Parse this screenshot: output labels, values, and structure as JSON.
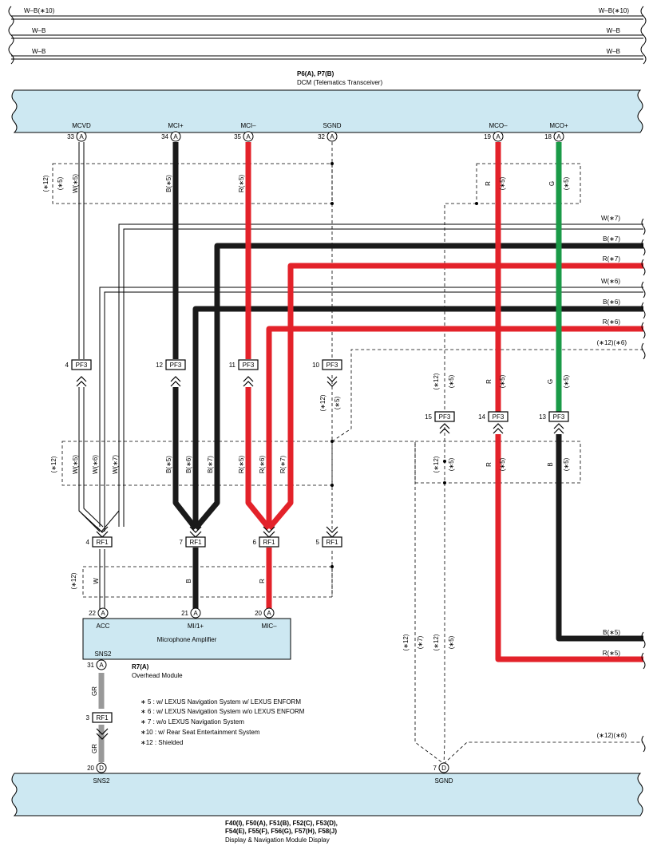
{
  "top_bus": {
    "line1_left": "W–B(∗10)",
    "line1_right": "W–B(∗10)",
    "line2_left": "W–B",
    "line2_right": "W–B",
    "line3_left": "W–B",
    "line3_right": "W–B"
  },
  "dcm": {
    "code": "P6(A), P7(B)",
    "name": "DCM (Telematics Transceiver)",
    "pins": [
      {
        "name": "MCVD",
        "num": "33",
        "conn": "A"
      },
      {
        "name": "MCI+",
        "num": "34",
        "conn": "A"
      },
      {
        "name": "MCI–",
        "num": "35",
        "conn": "A"
      },
      {
        "name": "SGND",
        "num": "32",
        "conn": "A"
      },
      {
        "name": "MCO–",
        "num": "19",
        "conn": "A"
      },
      {
        "name": "MCO+",
        "num": "18",
        "conn": "A"
      }
    ]
  },
  "wire_labels": {
    "w5": "W(∗5)",
    "b5": "B(∗5)",
    "r5": "R(∗5)",
    "w6": "W(∗6)",
    "b6": "B(∗6)",
    "r6": "R(∗6)",
    "w7": "W(∗7)",
    "b7": "B(∗7)",
    "r7": "R(∗7)",
    "r": "R",
    "g": "G",
    "b": "B",
    "w": "W",
    "gr": "GR",
    "s12": "(∗12)",
    "s5": "(∗5)",
    "s7": "(∗7)",
    "s12_6": "(∗12)(∗6)",
    "out_b5": "B(∗5)",
    "out_r5": "R(∗5)"
  },
  "right_feeds": [
    "W(∗7)",
    "B(∗7)",
    "R(∗7)",
    "W(∗6)",
    "B(∗6)",
    "R(∗6)",
    "(∗12)(∗6)"
  ],
  "pf3_connectors": [
    {
      "num": "4",
      "label": "PF3"
    },
    {
      "num": "12",
      "label": "PF3"
    },
    {
      "num": "11",
      "label": "PF3"
    },
    {
      "num": "10",
      "label": "PF3"
    },
    {
      "num": "15",
      "label": "PF3"
    },
    {
      "num": "14",
      "label": "PF3"
    },
    {
      "num": "13",
      "label": "PF3"
    }
  ],
  "rf1_connectors": [
    {
      "num": "4",
      "label": "RF1"
    },
    {
      "num": "7",
      "label": "RF1"
    },
    {
      "num": "6",
      "label": "RF1"
    },
    {
      "num": "5",
      "label": "RF1"
    },
    {
      "num": "3",
      "label": "RF1"
    }
  ],
  "overhead": {
    "code": "R7(A)",
    "name": "Overhead Module",
    "inner": "Microphone Amplifier",
    "pins": [
      {
        "name": "ACC",
        "num": "22",
        "conn": "A"
      },
      {
        "name": "MI/1+",
        "num": "21",
        "conn": "A"
      },
      {
        "name": "MIC–",
        "num": "20",
        "conn": "A"
      },
      {
        "name": "SNS2",
        "num": "31",
        "conn": "A"
      }
    ]
  },
  "notes": [
    "∗ 5 : w/ LEXUS Navigation System w/ LEXUS ENFORM",
    "∗ 6 : w/ LEXUS Navigation System w/o LEXUS ENFORM",
    "∗ 7 : w/o LEXUS Navigation System",
    "∗10 : w/ Rear Seat Entertainment System",
    "∗12 : Shielded"
  ],
  "display": {
    "code_line1": "F40(I), F50(A), F51(B), F52(C), F53(D),",
    "code_line2": "F54(E), F55(F), F56(G), F57(H), F58(J)",
    "name": "Display & Navigation Module Display",
    "pins": [
      {
        "name": "SNS2",
        "num": "20",
        "conn": "D"
      },
      {
        "name": "SGND",
        "num": "7",
        "conn": "D"
      }
    ]
  }
}
